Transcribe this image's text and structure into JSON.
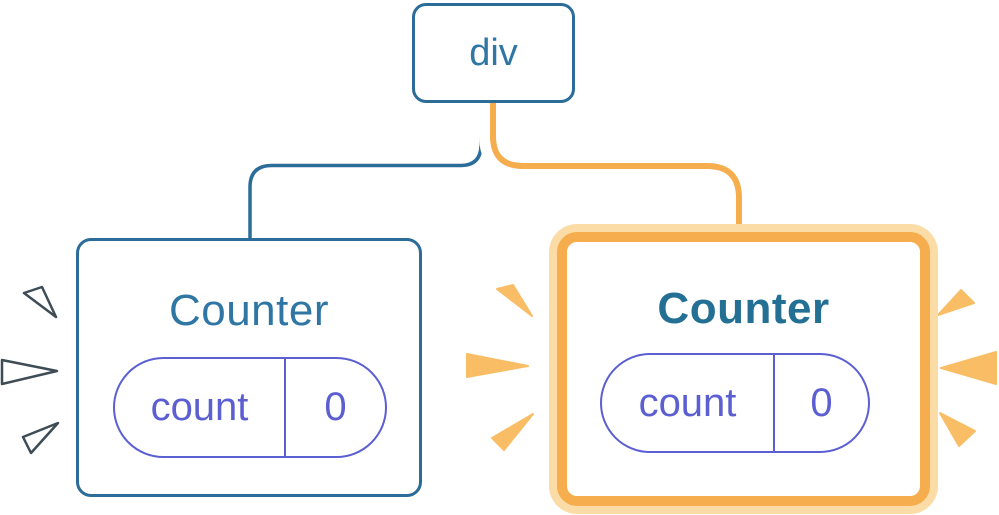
{
  "colors": {
    "background": "#ffffff",
    "blue_border": "#2b6c99",
    "blue_text": "#2f76a4",
    "blue_text_bold": "#246f94",
    "purple": "#5b5fd2",
    "orange": "#f5ad4e",
    "orange_light": "#fcdca6",
    "spark": "#f9bd66",
    "wedge_fill": "#ffffff",
    "wedge_outline": "#3e4c56"
  },
  "tree": {
    "root": {
      "label": "div"
    },
    "children": [
      {
        "title": "Counter",
        "state": {
          "key": "count",
          "value": "0"
        },
        "highlighted": false
      },
      {
        "title": "Counter",
        "state": {
          "key": "count",
          "value": "0"
        },
        "highlighted": true
      }
    ]
  }
}
